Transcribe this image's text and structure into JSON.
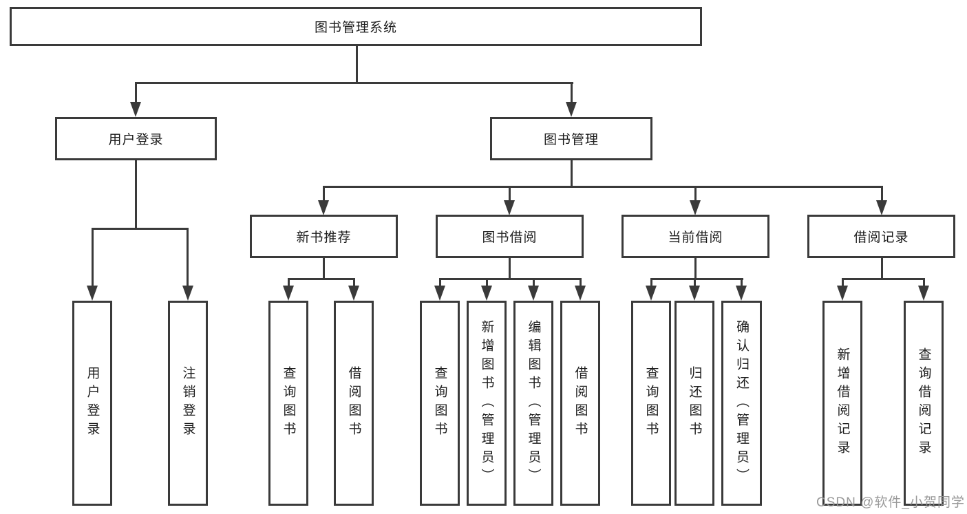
{
  "tree": {
    "root": "图书管理系统",
    "branches": [
      {
        "label": "用户登录",
        "children": [
          "用户登录",
          "注销登录"
        ]
      },
      {
        "label": "图书管理",
        "groups": [
          {
            "label": "新书推荐",
            "children": [
              "查询图书",
              "借阅图书"
            ]
          },
          {
            "label": "图书借阅",
            "children": [
              "查询图书",
              "新增图书（管理员）",
              "编辑图书（管理员）",
              "借阅图书"
            ]
          },
          {
            "label": "当前借阅",
            "children": [
              "查询图书",
              "归还图书",
              "确认归还（管理员）"
            ]
          },
          {
            "label": "借阅记录",
            "children": [
              "新增借阅记录",
              "查询借阅记录"
            ]
          }
        ]
      }
    ]
  },
  "watermark": "CSDN @软件_小贺同学",
  "colors": {
    "line": "#3a3a3a",
    "text": "#1c1c1c",
    "background": "#ffffff",
    "watermark": "#949494"
  }
}
